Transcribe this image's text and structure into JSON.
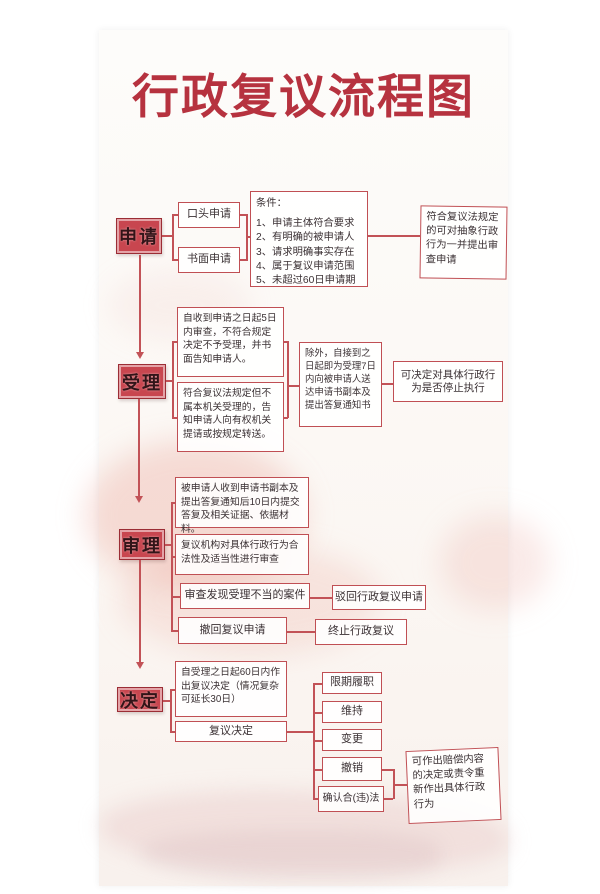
{
  "title": "行政复议流程图",
  "colors": {
    "accent_red": "#c04f54",
    "stage_fill": "#c8464f",
    "title_red": "#b6323f",
    "text": "#3b3134",
    "page_bg": "#fcf9f6"
  },
  "stages": {
    "apply": "申请",
    "accept": "受理",
    "review": "审理",
    "decide": "决定"
  },
  "apply": {
    "oral": "口头申请",
    "written": "书面申请",
    "conditions_title": "条件：",
    "conditions": [
      "1、申请主体符合要求",
      "2、有明确的被申请人",
      "3、请求明确事实存在",
      "4、属于复议申请范围",
      "5、未超过60日申请期"
    ],
    "abstract_note": "符合复议法规定的可对抽象行政行为一并提出审查申请"
  },
  "accept": {
    "reject_note": "自收到申请之日起5日内审查，不符合规定决定不予受理，并书面告知申请人。",
    "transfer_note": "符合复议法规定但不属本机关受理的，告知申请人向有权机关提请或按规定转送。",
    "serve_note": "除外，自接到之日起即为受理7日内向被申请人送达申请书副本及提出答复通知书",
    "suspend_note": "可决定对具体行政行为是否停止执行"
  },
  "review": {
    "reply_note": "被申请人收到申请书副本及提出答复通知后10日内提交答复及相关证据、依据材料。",
    "examine_note": "复议机构对具体行政行为合法性及适当性进行审查",
    "improper_case": "审查发现受理不当的案件",
    "dismiss": "驳回行政复议申请",
    "withdraw": "撤回复议申请",
    "terminate": "终止行政复议"
  },
  "decide": {
    "deadline_note": "自受理之日起60日内作出复议决定（情况复杂可延长30日）",
    "decision_label": "复议决定",
    "outcomes": [
      "限期履职",
      "维持",
      "变更",
      "撤销",
      "确认合(违)法"
    ],
    "compensation_note": "可作出赔偿内容的决定或责令重新作出具体行政行为"
  }
}
